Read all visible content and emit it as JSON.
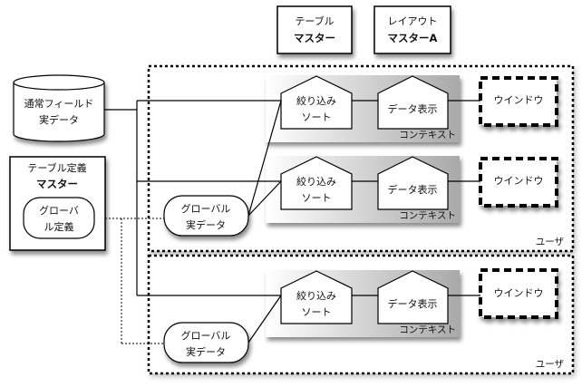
{
  "top_boxes": {
    "table_master": {
      "line1": "テーブル",
      "line2": "マスター"
    },
    "layout_master": {
      "line1": "レイアウト",
      "line2": "マスターA"
    }
  },
  "normal_field": {
    "line1": "通常フィールド",
    "line2": "実データ"
  },
  "table_def": {
    "line1": "テーブル定義",
    "line2": "マスター",
    "global_def": {
      "line1": "グローバ",
      "line2": "ル定義"
    }
  },
  "users": [
    {
      "label": "ユーザ",
      "global_data": {
        "line1": "グローバル",
        "line2": "実データ"
      },
      "contexts": [
        {
          "label": "コンテキスト",
          "filter": {
            "line1": "絞り込み",
            "line2": "ソート"
          },
          "display": "データ表示",
          "window": "ウインドウ"
        },
        {
          "label": "コンテキスト",
          "filter": {
            "line1": "絞り込み",
            "line2": "ソート"
          },
          "display": "データ表示",
          "window": "ウインドウ"
        }
      ]
    },
    {
      "label": "ユーザ",
      "global_data": {
        "line1": "グローバル",
        "line2": "実データ"
      },
      "contexts": [
        {
          "label": "コンテキスト",
          "filter": {
            "line1": "絞り込み",
            "line2": "ソート"
          },
          "display": "データ表示",
          "window": "ウインドウ"
        }
      ]
    }
  ]
}
